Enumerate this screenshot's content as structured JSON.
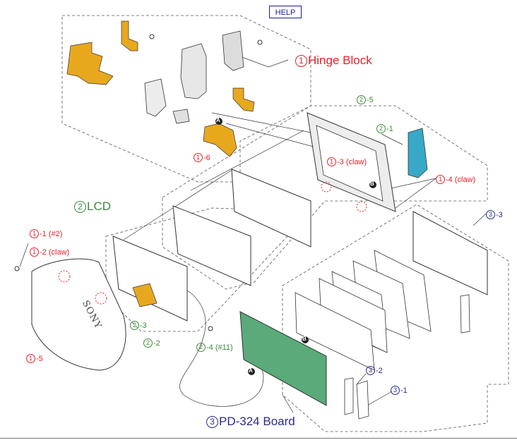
{
  "help": {
    "label": "HELP"
  },
  "labels": {
    "hinge_block": {
      "num": "1",
      "text": "Hinge Block"
    },
    "lcd": {
      "num": "2",
      "text": "LCD"
    },
    "board": {
      "num": "3",
      "text": "PD-324 Board"
    },
    "p1_1": {
      "num": "1",
      "text": "-1 (#2)"
    },
    "p1_2": {
      "num": "1",
      "text": "-2 (claw)"
    },
    "p1_3": {
      "num": "1",
      "text": "-3 (claw)"
    },
    "p1_4": {
      "num": "1",
      "text": "-4 (claw)"
    },
    "p1_5": {
      "num": "1",
      "text": "-5"
    },
    "p1_6": {
      "num": "1",
      "text": "-6"
    },
    "p2_1": {
      "num": "2",
      "text": "-1"
    },
    "p2_2": {
      "num": "2",
      "text": "-2"
    },
    "p2_3": {
      "num": "2",
      "text": "-3"
    },
    "p2_4": {
      "num": "2",
      "text": "-4 (#11)"
    },
    "p2_5": {
      "num": "2",
      "text": "-5"
    },
    "p3_1": {
      "num": "3",
      "text": "-1"
    },
    "p3_2": {
      "num": "3",
      "text": "-2"
    },
    "p3_3": {
      "num": "3",
      "text": "-3"
    }
  },
  "markers": {
    "a": "A",
    "b": "B"
  },
  "brand": "SONY",
  "colors": {
    "red": "#e8202a",
    "green": "#3c8a3c",
    "blue": "#2a2a8c",
    "flex": "#e8a81e",
    "board": "#5aaa7a",
    "cyan": "#38a8c8",
    "line": "#333333"
  }
}
